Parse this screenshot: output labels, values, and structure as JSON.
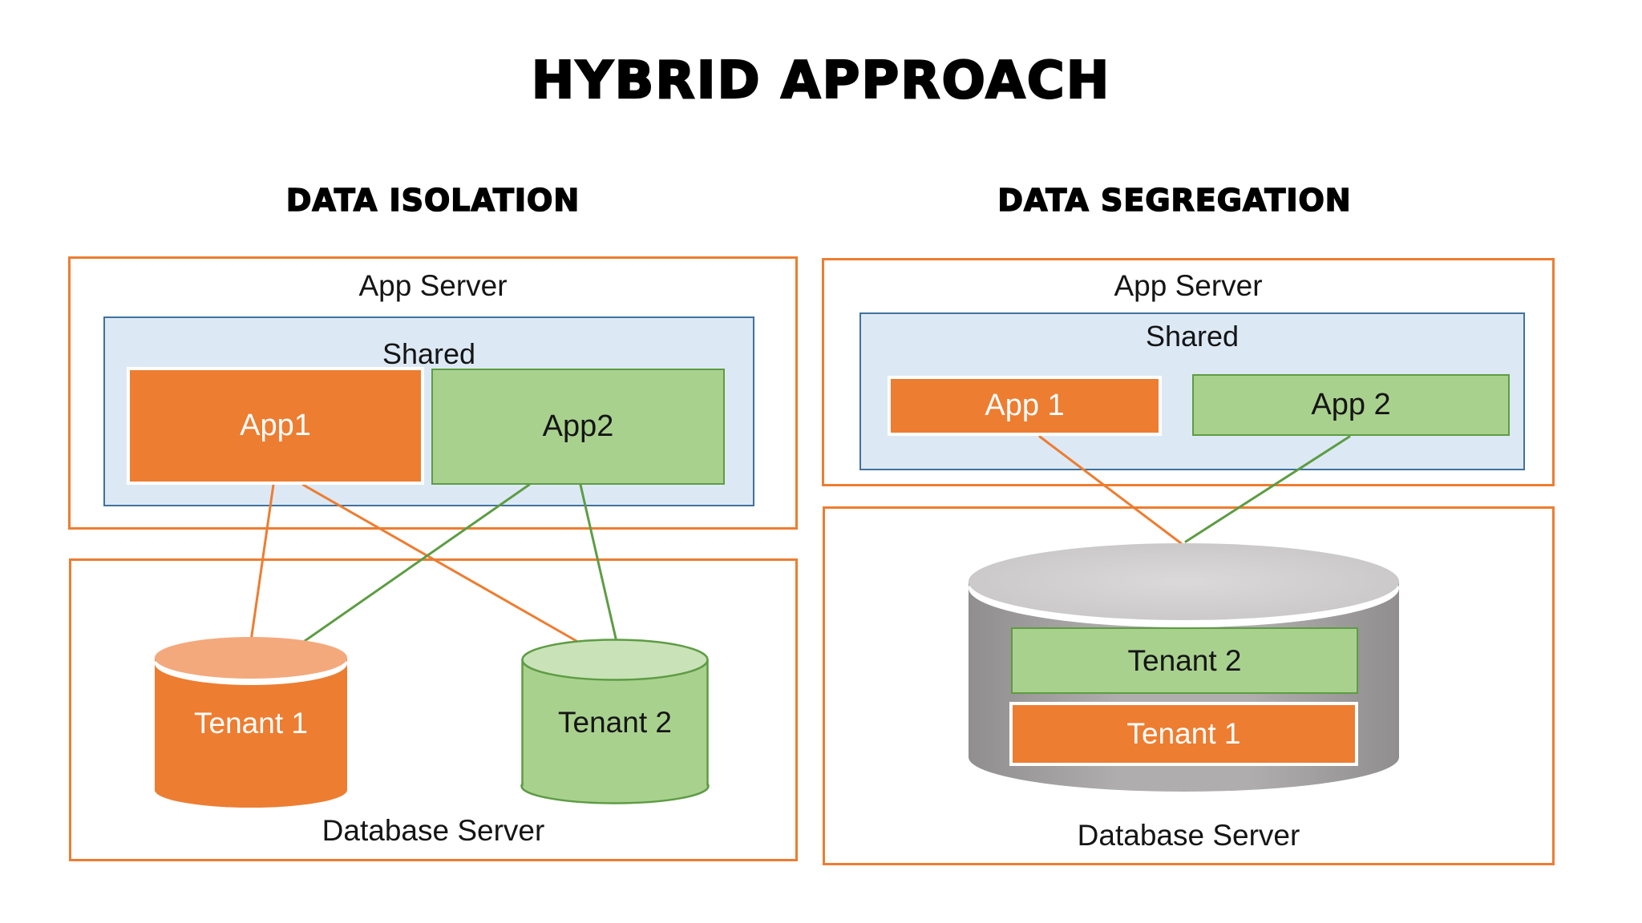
{
  "title": "HYBRID APPROACH",
  "sections": {
    "isolation": {
      "heading": "DATA ISOLATION",
      "app_server_label": "App Server",
      "shared_label": "Shared",
      "app1_label": "App1",
      "app2_label": "App2",
      "database_server_label": "Database Server",
      "tenant1_label": "Tenant 1",
      "tenant2_label": "Tenant 2"
    },
    "segregation": {
      "heading": "DATA SEGREGATION",
      "app_server_label": "App Server",
      "shared_label": "Shared",
      "app1_label": "App 1",
      "app2_label": "App 2",
      "database_server_label": "Database Server",
      "tenant1_label": "Tenant 1",
      "tenant2_label": "Tenant 2"
    }
  },
  "colors": {
    "orange": "#ED7D31",
    "orange_light": "#F4A97C",
    "green": "#A9D18E",
    "green_light": "#C9E2B8",
    "green_border": "#5E9C44",
    "blue_fill": "#DCE9F5",
    "blue_border": "#41719C",
    "gray_dark": "#908E8E",
    "gray": "#AFADAD",
    "gray_top_light": "#DBD9D9",
    "gray_top_edge": "#C3C1C1",
    "text_dark": "#151515",
    "text_light": "#FFFFFF"
  }
}
